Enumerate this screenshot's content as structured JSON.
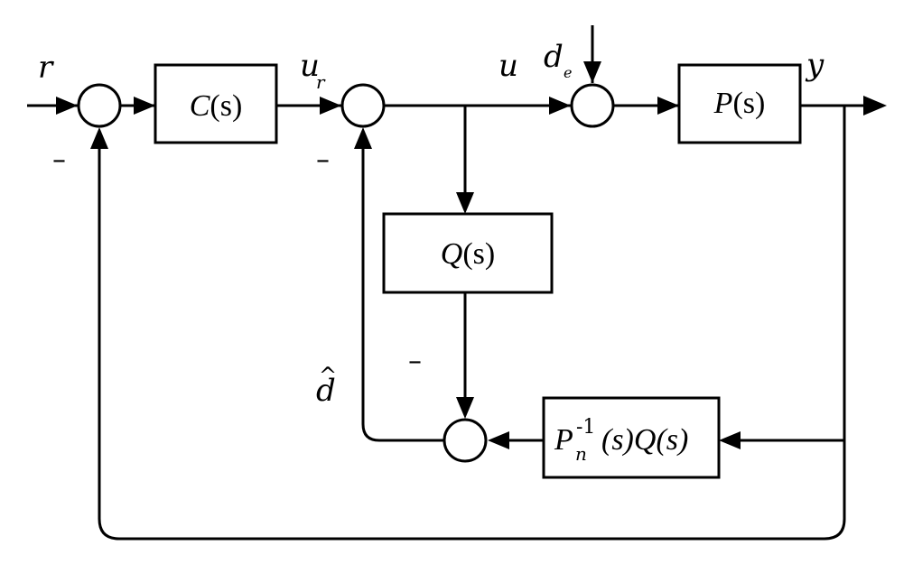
{
  "signals": {
    "r": "r",
    "u_r_main": "u",
    "u_r_sub": "r",
    "u": "u",
    "d_e_main": "d",
    "d_e_sub": "e",
    "y": "y",
    "d_hat": "d",
    "d_hat_accent": "^"
  },
  "blocks": {
    "controller": {
      "fn": "C",
      "arg": "(s)"
    },
    "plant": {
      "fn": "P",
      "arg": "(s)"
    },
    "filter": {
      "fn": "Q",
      "arg": "(s)"
    },
    "inverse": {
      "p": "P",
      "p_sub": "n",
      "p_sup": "-1",
      "mid": "(s)",
      "q": "Q",
      "q_arg": "(s)"
    }
  },
  "signs": {
    "sum1_bottom": "–",
    "sum2_bottom": "–",
    "sum3_top": "–"
  }
}
